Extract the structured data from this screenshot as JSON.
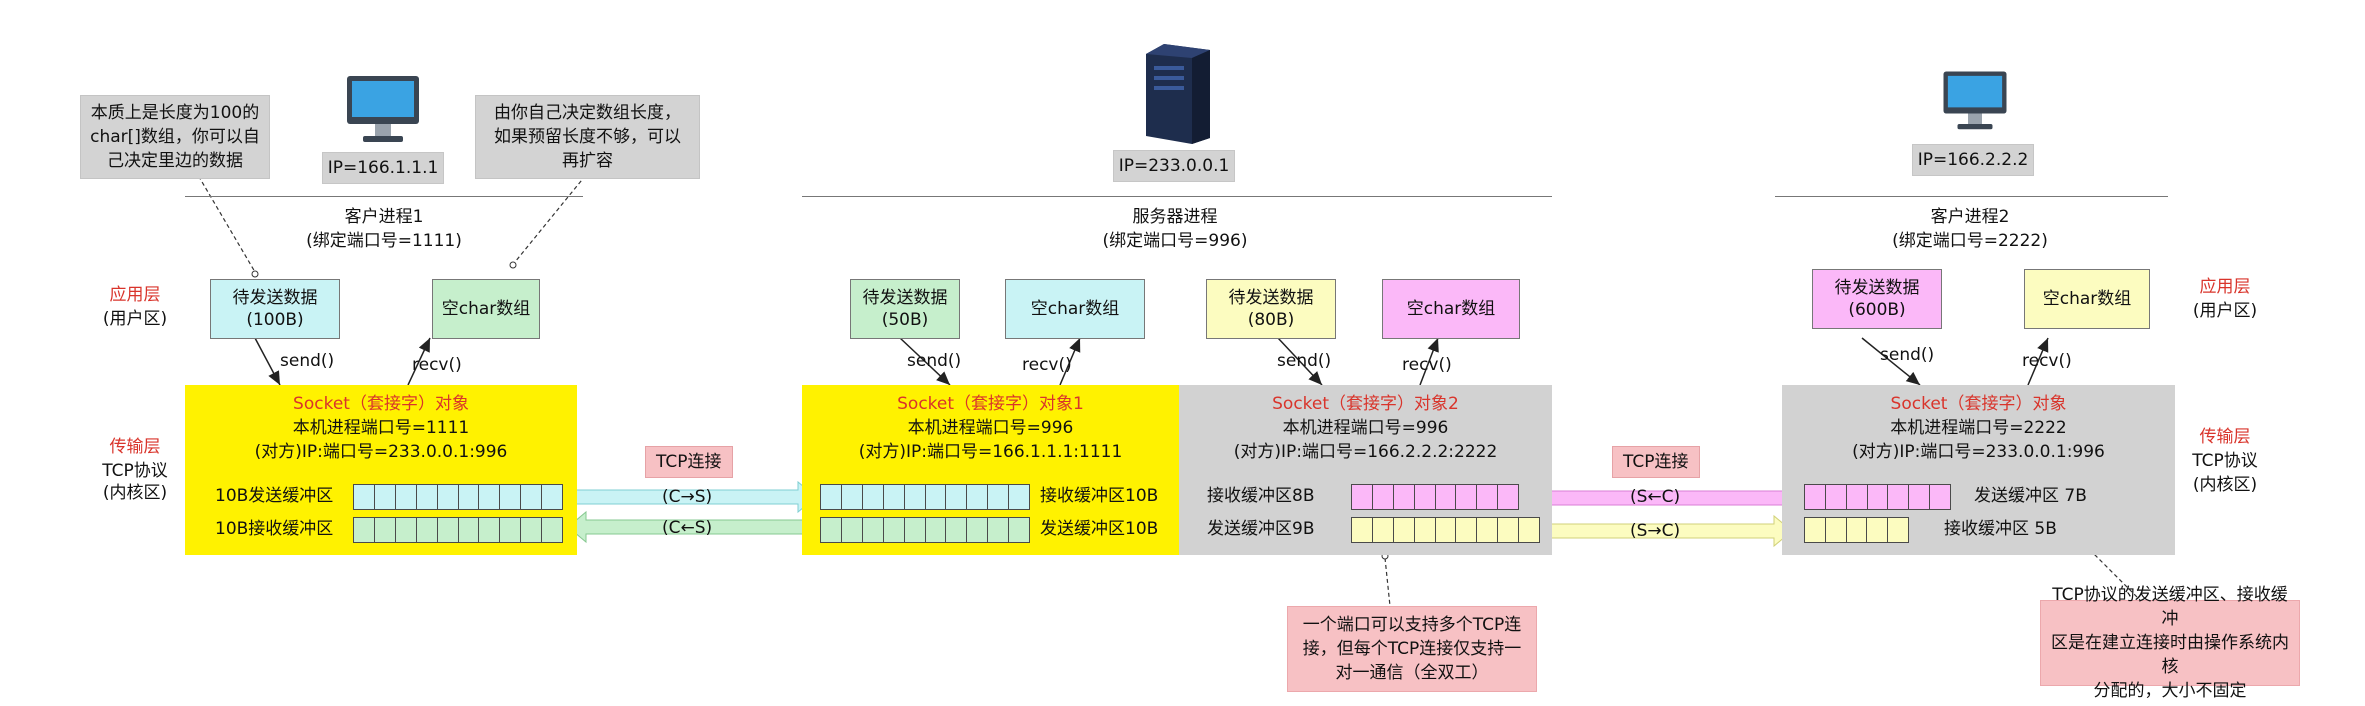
{
  "colors": {
    "cyan": "#c9f3f5",
    "green": "#c6efcc",
    "yellow": "#fcfcc0",
    "pink": "#fbb8f8",
    "socket_yellow": "#fff200",
    "socket_grey": "#d2d2d2",
    "buf_cyan": "#c9f3f5",
    "buf_green": "#c6efcc",
    "buf_pink": "#fbb8f8",
    "buf_yellow": "#fcfcc0",
    "note_grey": "#d3d3d3",
    "note_pink": "#f7c1c4",
    "red": "#d9342b"
  },
  "icons": {
    "client1": "desktop-computer-icon",
    "server": "server-tower-icon",
    "client2": "desktop-computer-icon"
  },
  "client1": {
    "ip": "IP=166.1.1.1",
    "process": "客户进程1",
    "port": "(绑定端口号=1111)",
    "send_data": "待发送数据\n(100B)",
    "empty_array": "空char数组",
    "send_call": "send()",
    "recv_call": "recv()",
    "socket": {
      "title": "Socket（套接字）对象",
      "local_port": "本机进程端口号=1111",
      "peer": "(对方)IP:端口号=233.0.0.1:996",
      "send_buffer": "10B发送缓冲区",
      "recv_buffer": "10B接收缓冲区"
    }
  },
  "server": {
    "ip": "IP=233.0.0.1",
    "process": "服务器进程",
    "port": "(绑定端口号=996)",
    "send_data1": "待发送数据\n(50B)",
    "empty_array1": "空char数组",
    "send_call1": "send()",
    "recv_call1": "recv()",
    "send_data2": "待发送数据\n(80B)",
    "empty_array2": "空char数组",
    "send_call2": "send()",
    "recv_call2": "recv()",
    "socket1": {
      "title": "Socket（套接字）对象1",
      "local_port": "本机进程端口号=996",
      "peer": "(对方)IP:端口号=166.1.1.1:1111",
      "recv_buffer": "接收缓冲区10B",
      "send_buffer": "发送缓冲区10B"
    },
    "socket2": {
      "title": "Socket（套接字）对象2",
      "local_port": "本机进程端口号=996",
      "peer": "(对方)IP:端口号=166.2.2.2:2222",
      "recv_buffer": "接收缓冲区8B",
      "send_buffer": "发送缓冲区9B"
    }
  },
  "client2": {
    "ip": "IP=166.2.2.2",
    "process": "客户进程2",
    "port": "(绑定端口号=2222)",
    "send_data": "待发送数据\n(600B)",
    "empty_array": "空char数组",
    "send_call": "send()",
    "recv_call": "recv()",
    "socket": {
      "title": "Socket（套接字）对象",
      "local_port": "本机进程端口号=2222",
      "peer": "(对方)IP:端口号=233.0.0.1:996",
      "send_buffer": "发送缓冲区 7B",
      "recv_buffer": "接收缓冲区 5B"
    }
  },
  "layers": {
    "app_left": "应用层",
    "app_left_sub": "(用户区)",
    "trans_left": "传输层",
    "trans_left_sub1": "TCP协议",
    "trans_left_sub2": "(内核区)",
    "app_right": "应用层",
    "app_right_sub": "(用户区)",
    "trans_right": "传输层",
    "trans_right_sub1": "TCP协议",
    "trans_right_sub2": "(内核区)"
  },
  "connections": {
    "left_label": "TCP连接",
    "left_top": "(C→S)",
    "left_bottom": "(C←S)",
    "right_label": "TCP连接",
    "right_top": "(S←C)",
    "right_bottom": "(S→C)"
  },
  "notes": {
    "array_essence": "本质上是长度为100的\nchar[]数组，你可以自\n己决定里边的数据",
    "array_length": "由你自己决定数组长度，\n如果预留长度不够，可以\n再扩容",
    "port_multi": "一个端口可以支持多个TCP连\n接，但每个TCP连接仅支持一\n对一通信（全双工）",
    "buffer_kernel": "TCP协议的发送缓冲区、接收缓冲\n区是在建立连接时由操作系统内核\n分配的，大小不固定"
  }
}
